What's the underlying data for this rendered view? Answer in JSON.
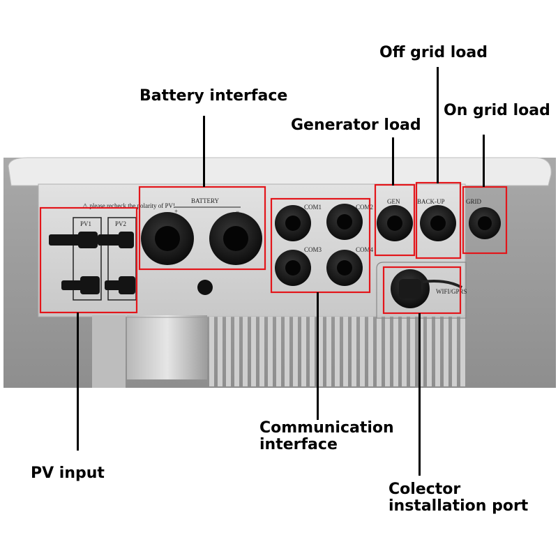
{
  "callouts": {
    "battery_interface": "Battery interface",
    "off_grid_load": "Off grid load",
    "generator_load": "Generator load",
    "on_grid_load": "On grid load",
    "pv_input": "PV input",
    "communication_line1": "Communication",
    "communication_line2": "interface",
    "collector_line1": "Colector",
    "collector_line2": "installation port"
  },
  "panel_labels": {
    "warning": "⚠ please recheck the polarity of PV!",
    "battery": "BATTERY",
    "battery_plus": "+",
    "battery_minus": "−",
    "pv1": "PV1",
    "pv2": "PV2",
    "com1": "COM1",
    "com2": "COM2",
    "com3": "COM3",
    "com4": "COM4",
    "gen": "GEN",
    "backup": "BACK-UP",
    "grid": "GRID",
    "wifi": "WIFI/GPRS"
  },
  "colors": {
    "highlight": "#e3151a",
    "housing": "#d4d4d4",
    "background_grey": "#9a9a9a",
    "heatsink": "#cfcfcf",
    "connector": "#141414"
  }
}
